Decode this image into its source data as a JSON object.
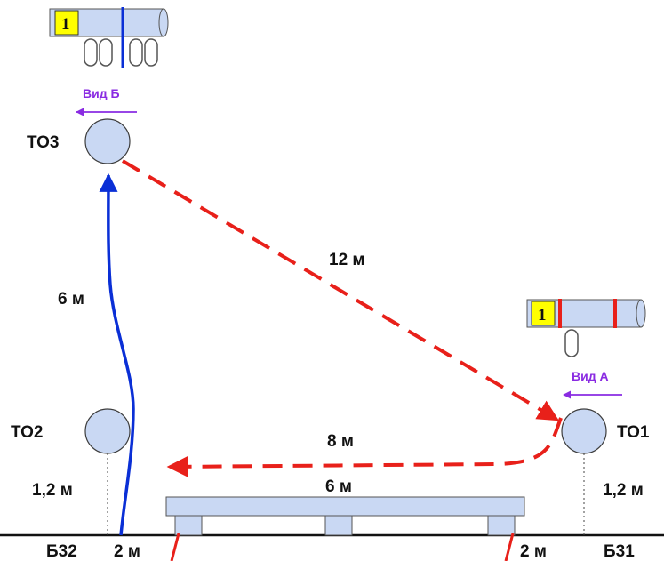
{
  "colors": {
    "red": "#e8201a",
    "blue": "#0a2fd6",
    "purple": "#8a2be2",
    "node_fill": "#c9d8f3",
    "node_stroke": "#3d3d3d",
    "tube_fill": "#c9d8f3",
    "bench_fill": "#c9d8f3",
    "badge_fill": "#ffff00"
  },
  "nodes": {
    "to1": "ТО1",
    "to2": "ТО2",
    "to3": "ТО3"
  },
  "views": {
    "a": "Вид А",
    "b": "Вид Б"
  },
  "distances": {
    "to3_to1": "12 м",
    "to1_to_left": "8 м",
    "bench": "6 м",
    "to2_to3": "6 м",
    "to1_height": "1,2 м",
    "to2_height": "1,2 м",
    "b2_lead": "2 м",
    "b1_lead": "2 м"
  },
  "boxes": {
    "b1": "Б31",
    "b2": "Б32"
  },
  "tubes": {
    "top_badge": "1",
    "right_badge": "1"
  }
}
